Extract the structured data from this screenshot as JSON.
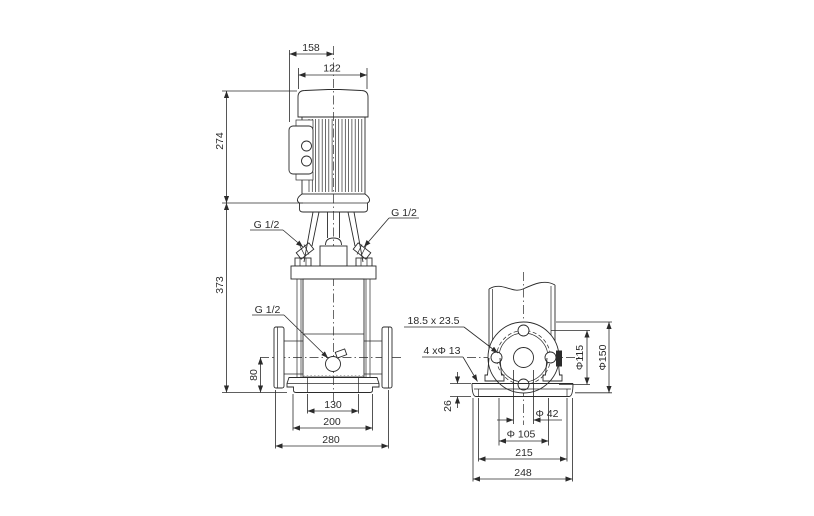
{
  "drawing": {
    "front_view": {
      "labels": {
        "vent_plug_left": "G 1/2",
        "vent_plug_right": "G 1/2",
        "drain_plug": "G 1/2"
      },
      "dimensions": {
        "terminal_box_to_center": "158",
        "motor_width": "122",
        "motor_height": "274",
        "pump_height": "373",
        "port_center_height": "80",
        "base_hole_spacing_front": "130",
        "base_plate_width": "200",
        "flange_face_to_face": "280"
      }
    },
    "side_view": {
      "labels": {
        "base_slot_size": "18.5 x 23.5",
        "base_holes": "4 xΦ 13"
      },
      "dimensions": {
        "bolt_circle_diameter": "Φ115",
        "flange_outer_diameter": "Φ150",
        "base_plate_height": "26",
        "port_bore_diameter": "Φ 42",
        "raised_face_diameter": "Φ 105",
        "base_hole_spacing_side": "215",
        "base_plate_length": "248"
      }
    }
  }
}
